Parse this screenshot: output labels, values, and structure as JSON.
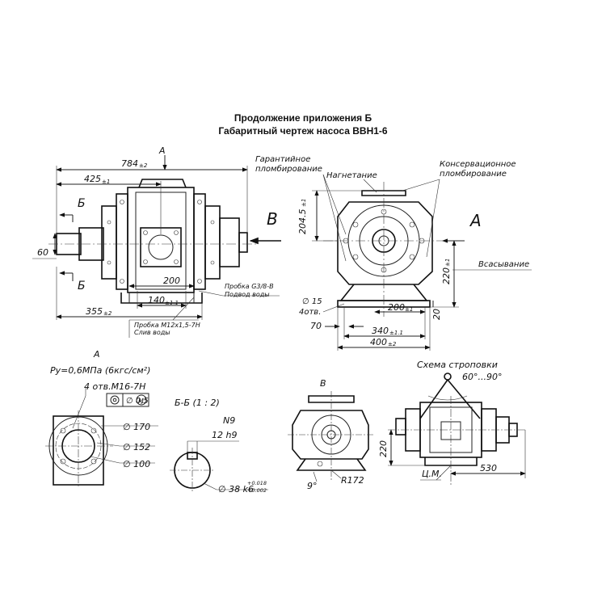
{
  "header": {
    "line1": "Продолжение приложения Б",
    "line2": "Габаритный чертеж насоса ВВН1-6"
  },
  "side_view": {
    "label_A": "А",
    "dim_784": "784",
    "tol_784": "±2",
    "dim_425": "425",
    "tol_425": "±1",
    "label_B_top": "Б",
    "label_B_bottom": "Б",
    "dim_60": "60",
    "dim_200": "200",
    "dim_140": "140",
    "tol_140": "±1.1",
    "dim_355": "355",
    "tol_355": "±2",
    "probe_water_1": "Пробка G3/8-В",
    "probe_water_2": "Подвод воды",
    "probe_drain_1": "Пробка М12х1,5-7Н",
    "probe_drain_2": "Слив воды"
  },
  "front_view": {
    "arrow_V": "В",
    "warranty_1": "Гарантийное",
    "warranty_2": "пломбирование",
    "discharge": "Нагнетание",
    "conservation_1": "Консервационное",
    "conservation_2": "пломбирование",
    "label_A": "А",
    "suction": "Всасывание",
    "dim_204_5": "204.5",
    "tol_204_5": "±1",
    "dim_220": "220",
    "tol_220": "±1",
    "hole_dia": "∅ 15",
    "hole_count": "4отв.",
    "dim_70": "70",
    "dim_200": "200",
    "tol_200": "±1",
    "dim_20": "20",
    "dim_340": "340",
    "tol_340": "±1.1",
    "dim_400": "400",
    "tol_400": "±2"
  },
  "view_A": {
    "title": "А",
    "pressure": "Ру=0,6МПа (6кгс/см²)",
    "holes": "4 отв.М16-7Н",
    "tol_pos": "∅ 0,5",
    "tol_M": "M",
    "d170": "∅ 170",
    "d152": "∅ 152",
    "d100": "∅ 100"
  },
  "section_B": {
    "title": "Б-Б  (1 : 2)",
    "n9": "N9",
    "h9": "12 h9",
    "shaft": "∅ 38 k6",
    "tol_up": "+0.018",
    "tol_down": "+0.002"
  },
  "view_V": {
    "title": "В",
    "angle": "9°",
    "radius": "R172"
  },
  "sling_view": {
    "title": "Схема строповки",
    "angle": "60°...90°",
    "dim_220": "220",
    "cg": "Ц.М.",
    "dim_530": "530"
  }
}
